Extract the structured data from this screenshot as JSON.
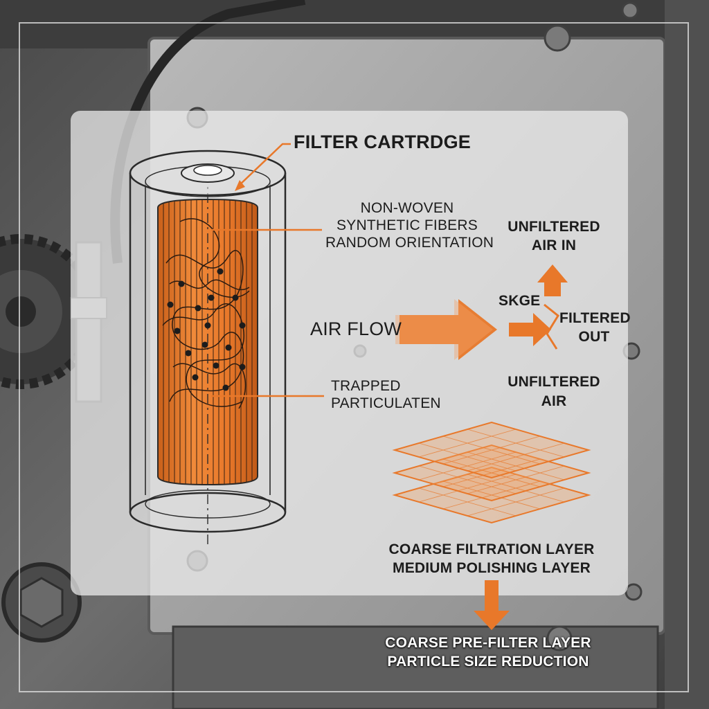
{
  "labels": {
    "title": "FILTER CARTRDGE",
    "fibers_1": "NON-WOVEN",
    "fibers_2": "SYNTHETIC FIBERS",
    "fibers_3": "RANDOM ORIENTATION",
    "unfiltered_in_1": "UNFILTERED",
    "unfiltered_in_2": "AIR IN",
    "skge": "SKGE",
    "filtered_out_1": "FILTERED",
    "filtered_out_2": "OUT",
    "air_flow": "AIR FLOW",
    "unfiltered_air_1": "UNFILTERED",
    "unfiltered_air_2": "AIR",
    "trapped_1": "TRAPPED",
    "trapped_2": "PARTICULATEN",
    "layers_1": "COARSE FILTRATION LAYER",
    "layers_2": "MEDIUM POLISHING LAYER",
    "bottom_1": "COARSE PRE-FILTER LAYER",
    "bottom_2": "PARTICLE SIZE REDUCTION"
  },
  "colors": {
    "accent": "#e8782a",
    "accent_dark": "#c9601a",
    "ink": "#1c1c1c",
    "overlay": "#e8e8e8"
  },
  "icons": [
    "up-arrow-icon",
    "right-arrow-icon",
    "down-arrow-icon"
  ]
}
